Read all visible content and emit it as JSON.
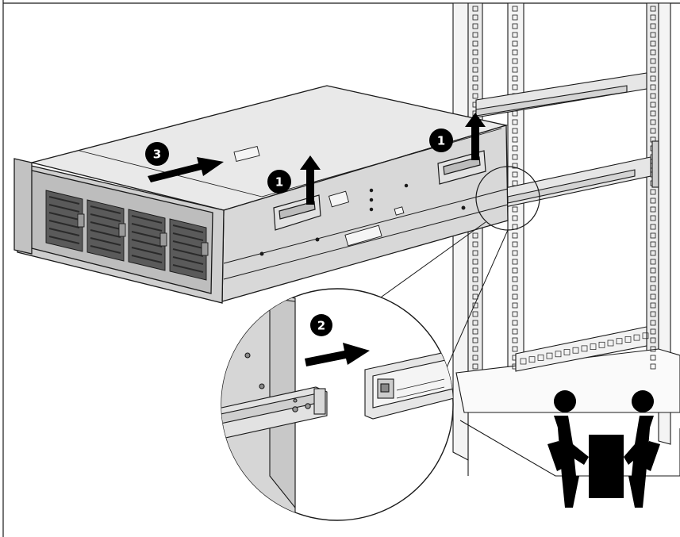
{
  "figure": {
    "steps": [
      {
        "number": "1",
        "action": "lift"
      },
      {
        "number": "1",
        "action": "lift"
      },
      {
        "number": "2",
        "action": "insert-rail"
      },
      {
        "number": "3",
        "action": "slide-in"
      }
    ],
    "icons": [
      "two-person-lift-icon",
      "server-chassis",
      "rack-cabinet",
      "magnified-rail-detail"
    ],
    "colors": {
      "line": "#1a1a1a",
      "chassis_top": "#e9e9e9",
      "chassis_side": "#d6d6d6",
      "chassis_front": "#cfcfcf",
      "dark": "#000000",
      "background": "#ffffff"
    }
  }
}
